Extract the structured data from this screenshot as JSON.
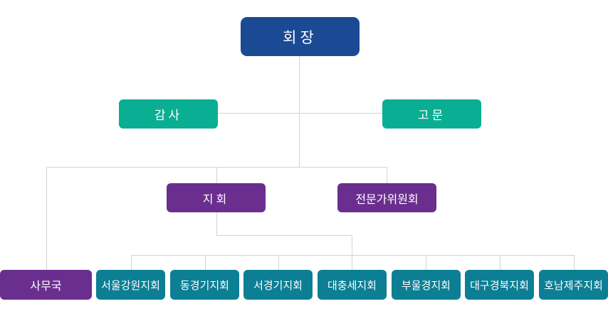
{
  "org_chart": {
    "president": "회장",
    "auditor": "감사",
    "advisor": "고문",
    "branch": "지회",
    "expert_committee": "전문가위원회",
    "secretariat": "사무국",
    "branches": [
      "서울강원지회",
      "동경기지회",
      "서경기지회",
      "대충세지회",
      "부울경지회",
      "대구경북지회",
      "호남제주지회"
    ]
  },
  "colors": {
    "president": "#1a4a94",
    "advisory": "#0aae93",
    "committee": "#6a2f8e",
    "branch": "#0c7f94",
    "connector": "#cfd3d8"
  }
}
